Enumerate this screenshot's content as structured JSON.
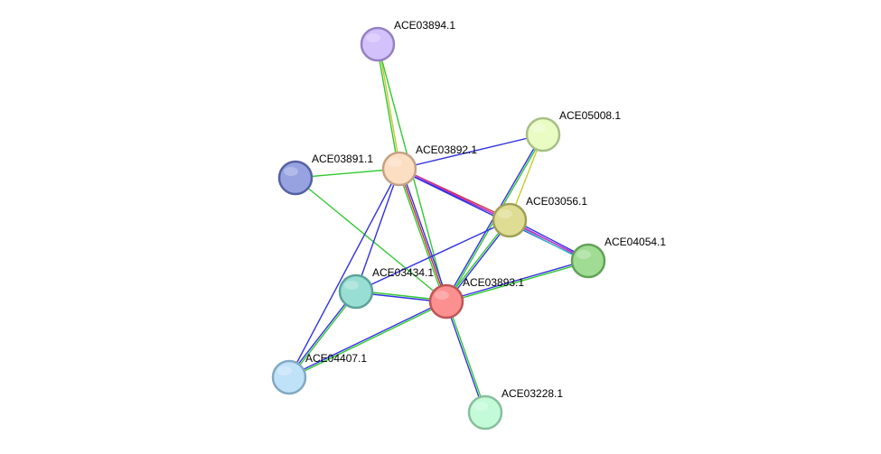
{
  "network": {
    "nodes": [
      {
        "id": "ACE03894.1",
        "label": "ACE03894.1",
        "fill": "#d2c1fb",
        "stroke": "#9580c4"
      },
      {
        "id": "ACE05008.1",
        "label": "ACE05008.1",
        "fill": "#e8fcc4",
        "stroke": "#a7bf86"
      },
      {
        "id": "ACE03891.1",
        "label": "ACE03891.1",
        "fill": "#97a3e0",
        "stroke": "#5661a3"
      },
      {
        "id": "ACE03892.1",
        "label": "ACE03892.1",
        "fill": "#fcdec2",
        "stroke": "#c4a286"
      },
      {
        "id": "ACE03056.1",
        "label": "ACE03056.1",
        "fill": "#dfdc93",
        "stroke": "#a19f58"
      },
      {
        "id": "ACE04054.1",
        "label": "ACE04054.1",
        "fill": "#a0dc94",
        "stroke": "#62a158"
      },
      {
        "id": "ACE03434.1",
        "label": "ACE03434.1",
        "fill": "#99ded4",
        "stroke": "#5ba398"
      },
      {
        "id": "ACE03893.1",
        "label": "ACE03893.1",
        "fill": "#fc9090",
        "stroke": "#c05454"
      },
      {
        "id": "ACE04407.1",
        "label": "ACE04407.1",
        "fill": "#c0e2f8",
        "stroke": "#80a9c4"
      },
      {
        "id": "ACE03228.1",
        "label": "ACE03228.1",
        "fill": "#c3fbd8",
        "stroke": "#86bf9a"
      }
    ],
    "edges": [
      {
        "source": "ACE03894.1",
        "target": "ACE03892.1",
        "colors": [
          "#c8c832",
          "#32c832"
        ]
      },
      {
        "source": "ACE03894.1",
        "target": "ACE03893.1",
        "colors": [
          "#32c832"
        ]
      },
      {
        "source": "ACE03891.1",
        "target": "ACE03892.1",
        "colors": [
          "#32c832"
        ]
      },
      {
        "source": "ACE03891.1",
        "target": "ACE03893.1",
        "colors": [
          "#32c832"
        ]
      },
      {
        "source": "ACE03892.1",
        "target": "ACE05008.1",
        "colors": [
          "#3232e0"
        ]
      },
      {
        "source": "ACE03892.1",
        "target": "ACE03056.1",
        "colors": [
          "#c83232",
          "#3232e0"
        ]
      },
      {
        "source": "ACE03892.1",
        "target": "ACE04054.1",
        "colors": [
          "#c832c8",
          "#3232e0"
        ]
      },
      {
        "source": "ACE03892.1",
        "target": "ACE03893.1",
        "colors": [
          "#3232e0",
          "#c83232",
          "#32c832"
        ]
      },
      {
        "source": "ACE03892.1",
        "target": "ACE03434.1",
        "colors": [
          "#3232e0"
        ]
      },
      {
        "source": "ACE03892.1",
        "target": "ACE04407.1",
        "colors": [
          "#3232e0"
        ]
      },
      {
        "source": "ACE05008.1",
        "target": "ACE03056.1",
        "colors": [
          "#c8c832"
        ]
      },
      {
        "source": "ACE05008.1",
        "target": "ACE03893.1",
        "colors": [
          "#32c832",
          "#3232e0"
        ]
      },
      {
        "source": "ACE03056.1",
        "target": "ACE04054.1",
        "colors": [
          "#3232e0",
          "#c832c8",
          "#32c8c8"
        ]
      },
      {
        "source": "ACE03056.1",
        "target": "ACE03893.1",
        "colors": [
          "#3232e0",
          "#32c832"
        ]
      },
      {
        "source": "ACE03056.1",
        "target": "ACE03434.1",
        "colors": [
          "#3232e0"
        ]
      },
      {
        "source": "ACE04054.1",
        "target": "ACE03893.1",
        "colors": [
          "#32c832",
          "#3232e0"
        ]
      },
      {
        "source": "ACE03434.1",
        "target": "ACE03893.1",
        "colors": [
          "#32c832",
          "#3232e0"
        ]
      },
      {
        "source": "ACE03434.1",
        "target": "ACE04407.1",
        "colors": [
          "#32c832",
          "#3232e0"
        ]
      },
      {
        "source": "ACE03893.1",
        "target": "ACE04407.1",
        "colors": [
          "#32c832",
          "#3232e0"
        ]
      },
      {
        "source": "ACE03893.1",
        "target": "ACE03228.1",
        "colors": [
          "#32c832",
          "#3232e0"
        ]
      }
    ]
  }
}
